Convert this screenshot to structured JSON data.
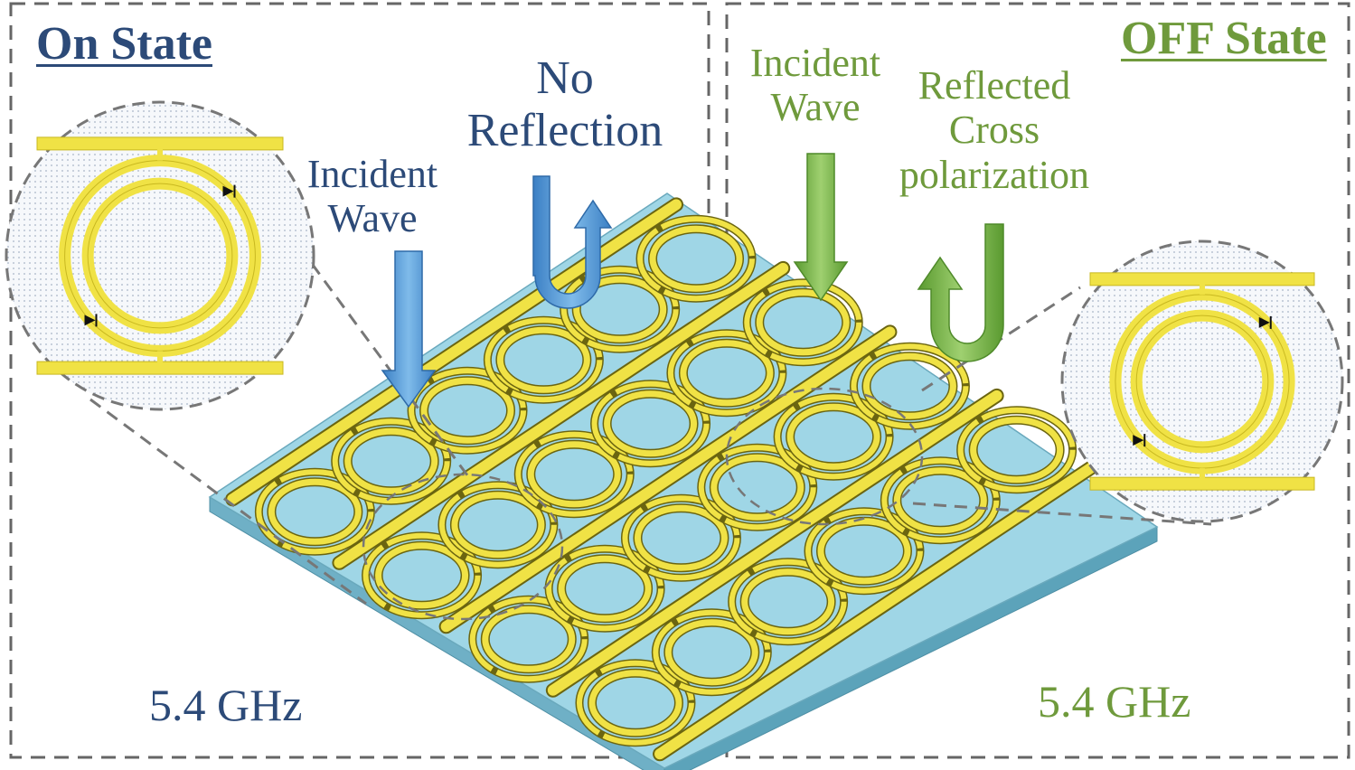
{
  "left_panel": {
    "title": "On State",
    "incident_label": [
      "Incident",
      "Wave"
    ],
    "reflection_label": [
      "No",
      "Reflection"
    ],
    "frequency": "5.4 GHz"
  },
  "right_panel": {
    "title": "OFF State",
    "incident_label": [
      "Incident",
      "Wave"
    ],
    "reflection_label": [
      "Reflected",
      "Cross",
      "polarization"
    ],
    "frequency": "5.4 GHz"
  },
  "colors": {
    "substrate_top": "#9fd6e6",
    "substrate_side": "#6fb0c6",
    "metal": "#f0e245",
    "metal_outline": "#6b6510",
    "on_state_text": "#2c4a78",
    "off_state_text": "#6f9a3c",
    "on_arrow": "#4a8fd0",
    "off_arrow": "#72b043",
    "dashed_frame": "#666666"
  },
  "unit_cell_array": {
    "rows": 4,
    "cols": 6
  }
}
